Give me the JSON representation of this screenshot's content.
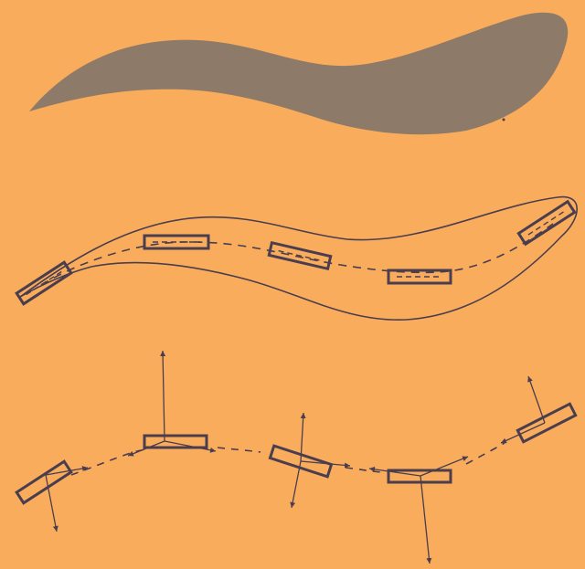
{
  "colors": {
    "background": "#f9ad5c",
    "silhouette": "#8e7a68",
    "stroke": "#4a3d4e"
  },
  "panels": [
    {
      "id": "shape-silhouette",
      "kind": "filled-shape"
    },
    {
      "id": "outline-with-centerline",
      "kind": "outline-with-segments",
      "segments": 5
    },
    {
      "id": "exploded-segments",
      "kind": "segments-with-direction-arrows",
      "segments": 5
    }
  ]
}
